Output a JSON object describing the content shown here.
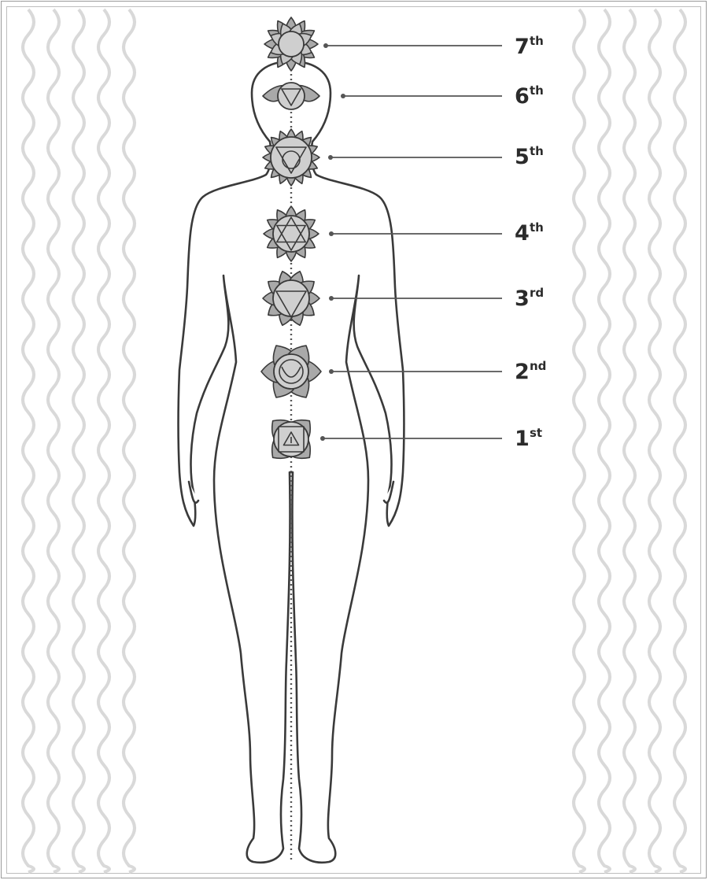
{
  "chakras": [
    {
      "key": "crown",
      "number": "7",
      "suffix": "th"
    },
    {
      "key": "third-eye",
      "number": "6",
      "suffix": "th"
    },
    {
      "key": "throat",
      "number": "5",
      "suffix": "th"
    },
    {
      "key": "heart",
      "number": "4",
      "suffix": "th"
    },
    {
      "key": "solar-plexus",
      "number": "3",
      "suffix": "rd"
    },
    {
      "key": "sacral",
      "number": "2",
      "suffix": "nd"
    },
    {
      "key": "root",
      "number": "1",
      "suffix": "st"
    }
  ],
  "colors": {
    "outline": "#3a3a3a",
    "petal_fill": "#a9a9a9",
    "wave": "#d9d9d9",
    "label": "#2b2b2b"
  }
}
